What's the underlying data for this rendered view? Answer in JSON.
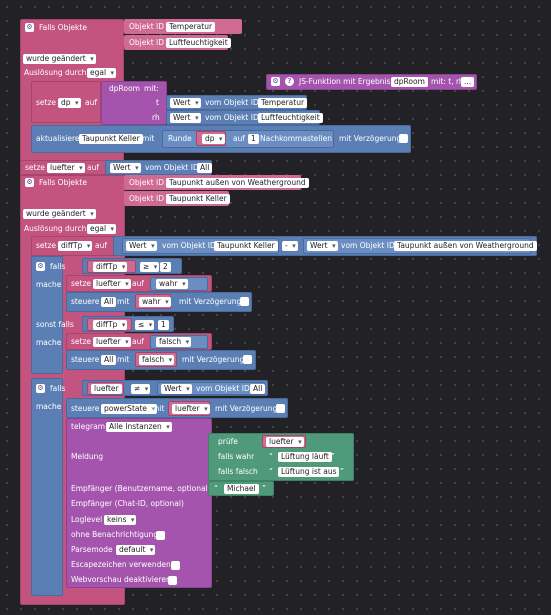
{
  "b1": {
    "header": "Falls Objekte",
    "obj1": "Objekt ID",
    "obj1_val": "Temperatur",
    "obj2": "Objekt ID",
    "obj2_val": "Luftfeuchtigkeit",
    "changed": "wurde geändert",
    "trigger_label": "Auslösung durch",
    "trigger_val": "egal",
    "setze": "setze",
    "var_dp": "dp",
    "auf": "auf",
    "dproom": "dpRoom",
    "mit": "mit:",
    "t": "t",
    "rh": "rh",
    "wert": "Wert",
    "vom_obj": "vom Objekt ID",
    "temp": "Temperatur",
    "humid": "Luftfeuchtigkeit",
    "aktualisiere": "aktualisiere",
    "tp_keller": "Taupunkt Keller",
    "mit2": "mit",
    "runde": "Runde",
    "dp": "dp",
    "auf2": "auf",
    "digits": "1",
    "nachkomma": "Nachkommastellen",
    "verzoegerung": "mit Verzögerung"
  },
  "func": {
    "label": "JS-Funktion mit Ergebnis",
    "name": "dpRoom",
    "params": "mit: t, rh",
    "more": "..."
  },
  "b2": {
    "setze": "setze",
    "var": "luefter",
    "auf": "auf",
    "wert": "Wert",
    "vom_obj": "vom Objekt ID",
    "obj": "All"
  },
  "b3": {
    "header": "Falls Objekte",
    "obj1": "Objekt ID",
    "obj1_val": "Taupunkt außen von Weatherground",
    "obj2": "Objekt ID",
    "obj2_val": "Taupunkt Keller",
    "changed": "wurde geändert",
    "trigger_label": "Auslösung durch",
    "trigger_val": "egal",
    "setze": "setze",
    "diff": "diffTp",
    "auf": "auf",
    "wert": "Wert",
    "vom_obj": "vom Objekt ID",
    "tp_keller": "Taupunkt Keller",
    "minus": "-",
    "tp_aussen": "Taupunkt außen von Weatherground",
    "falls": "falls",
    "diffTp": "diffTp",
    "ge": "≥",
    "two": "2",
    "mache": "mache",
    "luefter": "luefter",
    "wahr": "wahr",
    "steuere": "steuere",
    "all": "All",
    "mit": "mit",
    "verz": "mit Verzögerung",
    "sonst": "sonst falls",
    "le": "≤",
    "one": "1",
    "falsch": "falsch",
    "neq": "≠",
    "powerstate": "powerState",
    "telegram": "telegram",
    "instanzen": "Alle Instanzen",
    "meldung": "Meldung",
    "pruefe": "prüfe",
    "falls_wahr": "falls wahr",
    "falls_falsch": "falls falsch",
    "lueftung_an": "Lüftung läuft",
    "lueftung_aus": "Lüftung ist aus",
    "empf1": "Empfänger (Benutzername, optional)",
    "michael": "Michael",
    "empf2": "Empfänger (Chat-ID, optional)",
    "loglevel": "Loglevel",
    "keins": "keins",
    "ohne": "ohne Benachrichtigung",
    "parsemode": "Parsemode",
    "default": "default",
    "escape": "Escapezeichen verwenden",
    "webvorschau": "Webvorschau deaktivieren"
  },
  "colors": {
    "pink": "#c2547f",
    "blue": "#5b7fb5",
    "purple": "#a454ad",
    "green": "#4f9a7a"
  },
  "icons": [
    "gear-icon",
    "help-icon"
  ]
}
